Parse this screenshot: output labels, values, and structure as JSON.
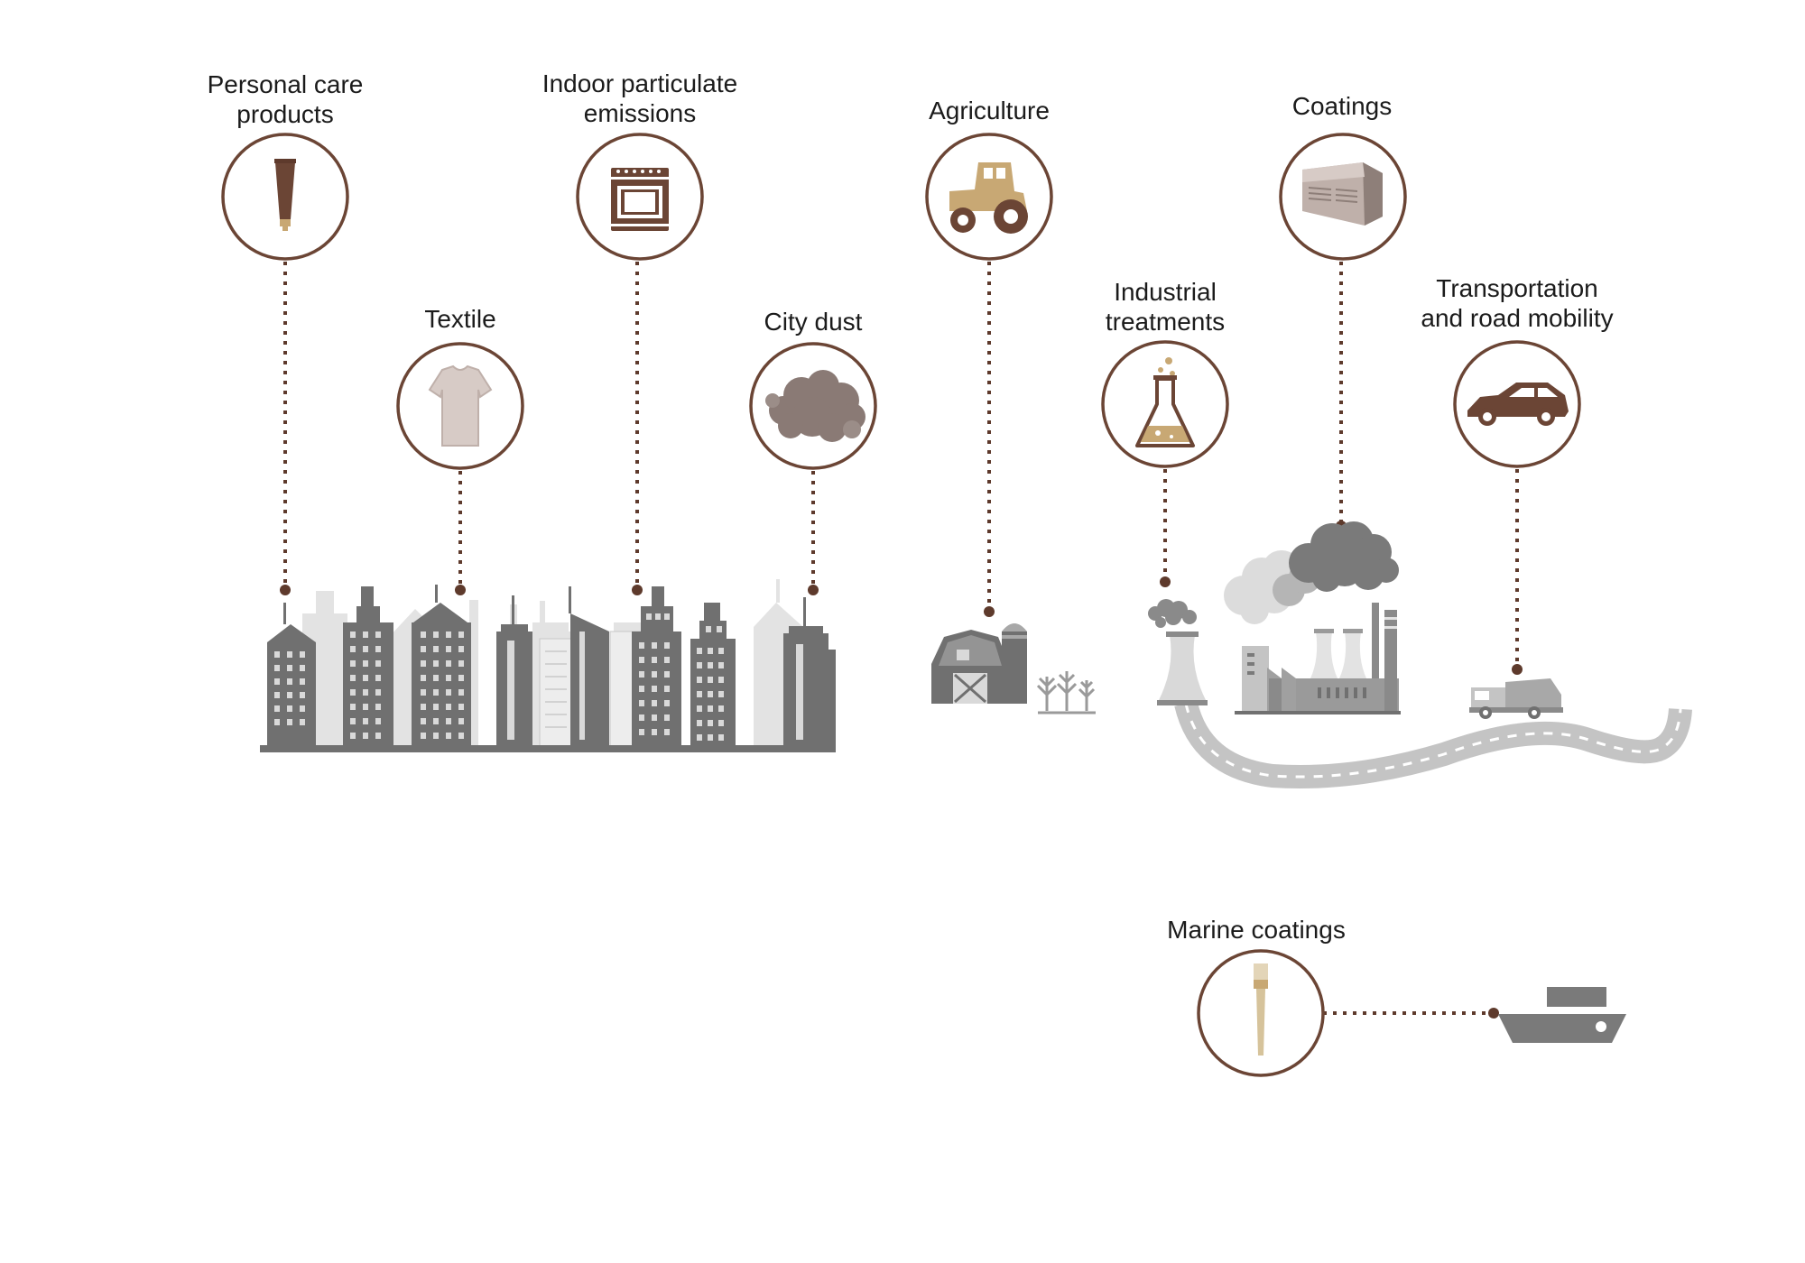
{
  "colors": {
    "accent": "#5e3a2c",
    "tan": "#c8a874",
    "gray_dark": "#6e6e6e",
    "gray_mid": "#9a9a9a",
    "gray_light": "#d9d9d9"
  },
  "sources": {
    "personal_care": {
      "line1": "Personal care",
      "line2": "products",
      "icon": "tube-icon"
    },
    "textile": {
      "line1": "Textile",
      "icon": "tshirt-icon"
    },
    "indoor": {
      "line1": "Indoor particulate",
      "line2": "emissions",
      "icon": "oven-icon"
    },
    "city_dust": {
      "line1": "City dust",
      "icon": "dust-cloud-icon"
    },
    "agriculture": {
      "line1": "Agriculture",
      "icon": "tractor-icon"
    },
    "coatings": {
      "line1": "Coatings",
      "icon": "building-block-icon"
    },
    "industrial": {
      "line1": "Industrial",
      "line2": "treatments",
      "icon": "flask-icon"
    },
    "transport": {
      "line1": "Transportation",
      "line2": "and road mobility",
      "icon": "car-icon"
    },
    "marine": {
      "line1": "Marine coatings",
      "icon": "paint-brush-icon"
    }
  }
}
